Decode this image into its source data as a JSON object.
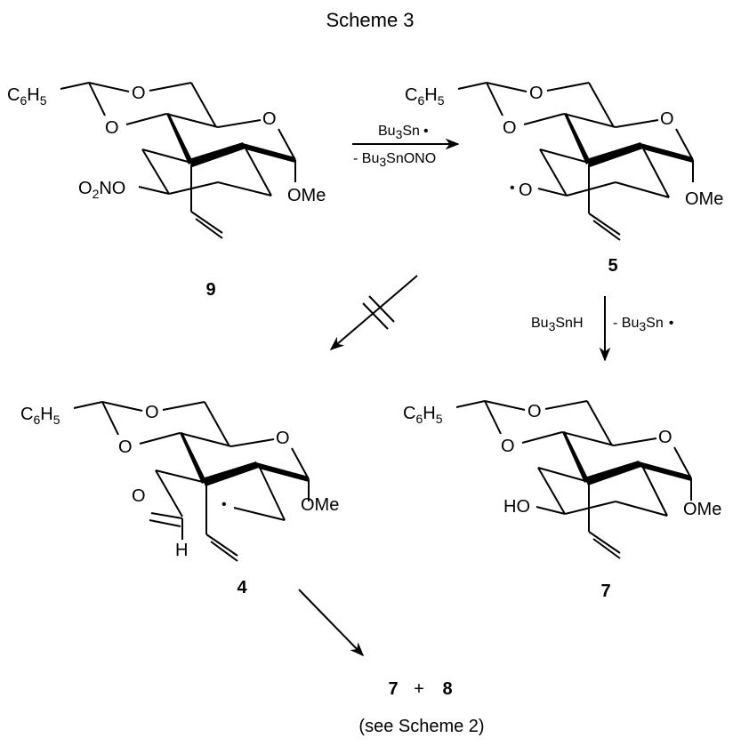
{
  "title": "Scheme 3",
  "molecules": [
    {
      "id": "9",
      "label": "9",
      "phenyl": {
        "main": "C",
        "sub1": "6",
        "mid": "H",
        "sub2": "5"
      },
      "ring_O_top": "O",
      "ring_O_left": "O",
      "ring_O_pyran": "O",
      "anomeric": "OMe",
      "substituent": {
        "pre": "O",
        "sub": "2",
        "post": "NO"
      }
    },
    {
      "id": "5",
      "label": "5",
      "phenyl": {
        "main": "C",
        "sub1": "6",
        "mid": "H",
        "sub2": "5"
      },
      "ring_O_top": "O",
      "ring_O_left": "O",
      "ring_O_pyran": "O",
      "anomeric": "OMe",
      "substituent": {
        "radical_dot": "•",
        "atom": "O"
      }
    },
    {
      "id": "4",
      "label": "4",
      "phenyl": {
        "main": "C",
        "sub1": "6",
        "mid": "H",
        "sub2": "5"
      },
      "ring_O_top": "O",
      "ring_O_left": "O",
      "ring_O_pyran": "O",
      "anomeric": "OMe",
      "aldehyde_O": "O",
      "aldehyde_H": "H",
      "radical_dot": "•"
    },
    {
      "id": "7",
      "label": "7",
      "phenyl": {
        "main": "C",
        "sub1": "6",
        "mid": "H",
        "sub2": "5"
      },
      "ring_O_top": "O",
      "ring_O_left": "O",
      "ring_O_pyran": "O",
      "anomeric": "OMe",
      "substituent": {
        "atom": "HO"
      }
    }
  ],
  "arrows": {
    "a1": {
      "above": {
        "pre": "Bu",
        "sub": "3",
        "post": "Sn",
        "dot": "•"
      },
      "below": {
        "pre": "- Bu",
        "sub": "3",
        "post": "SnONO"
      }
    },
    "a2": {
      "left": {
        "pre": "Bu",
        "sub": "3",
        "post": "SnH"
      },
      "right": {
        "pre": "- Bu",
        "sub": "3",
        "post": "Sn",
        "dot": "•"
      }
    },
    "a3": {
      "blocked": true
    },
    "a4": {}
  },
  "products": {
    "first": "7",
    "plus": "+",
    "second": "8"
  },
  "note": "(see Scheme 2)"
}
